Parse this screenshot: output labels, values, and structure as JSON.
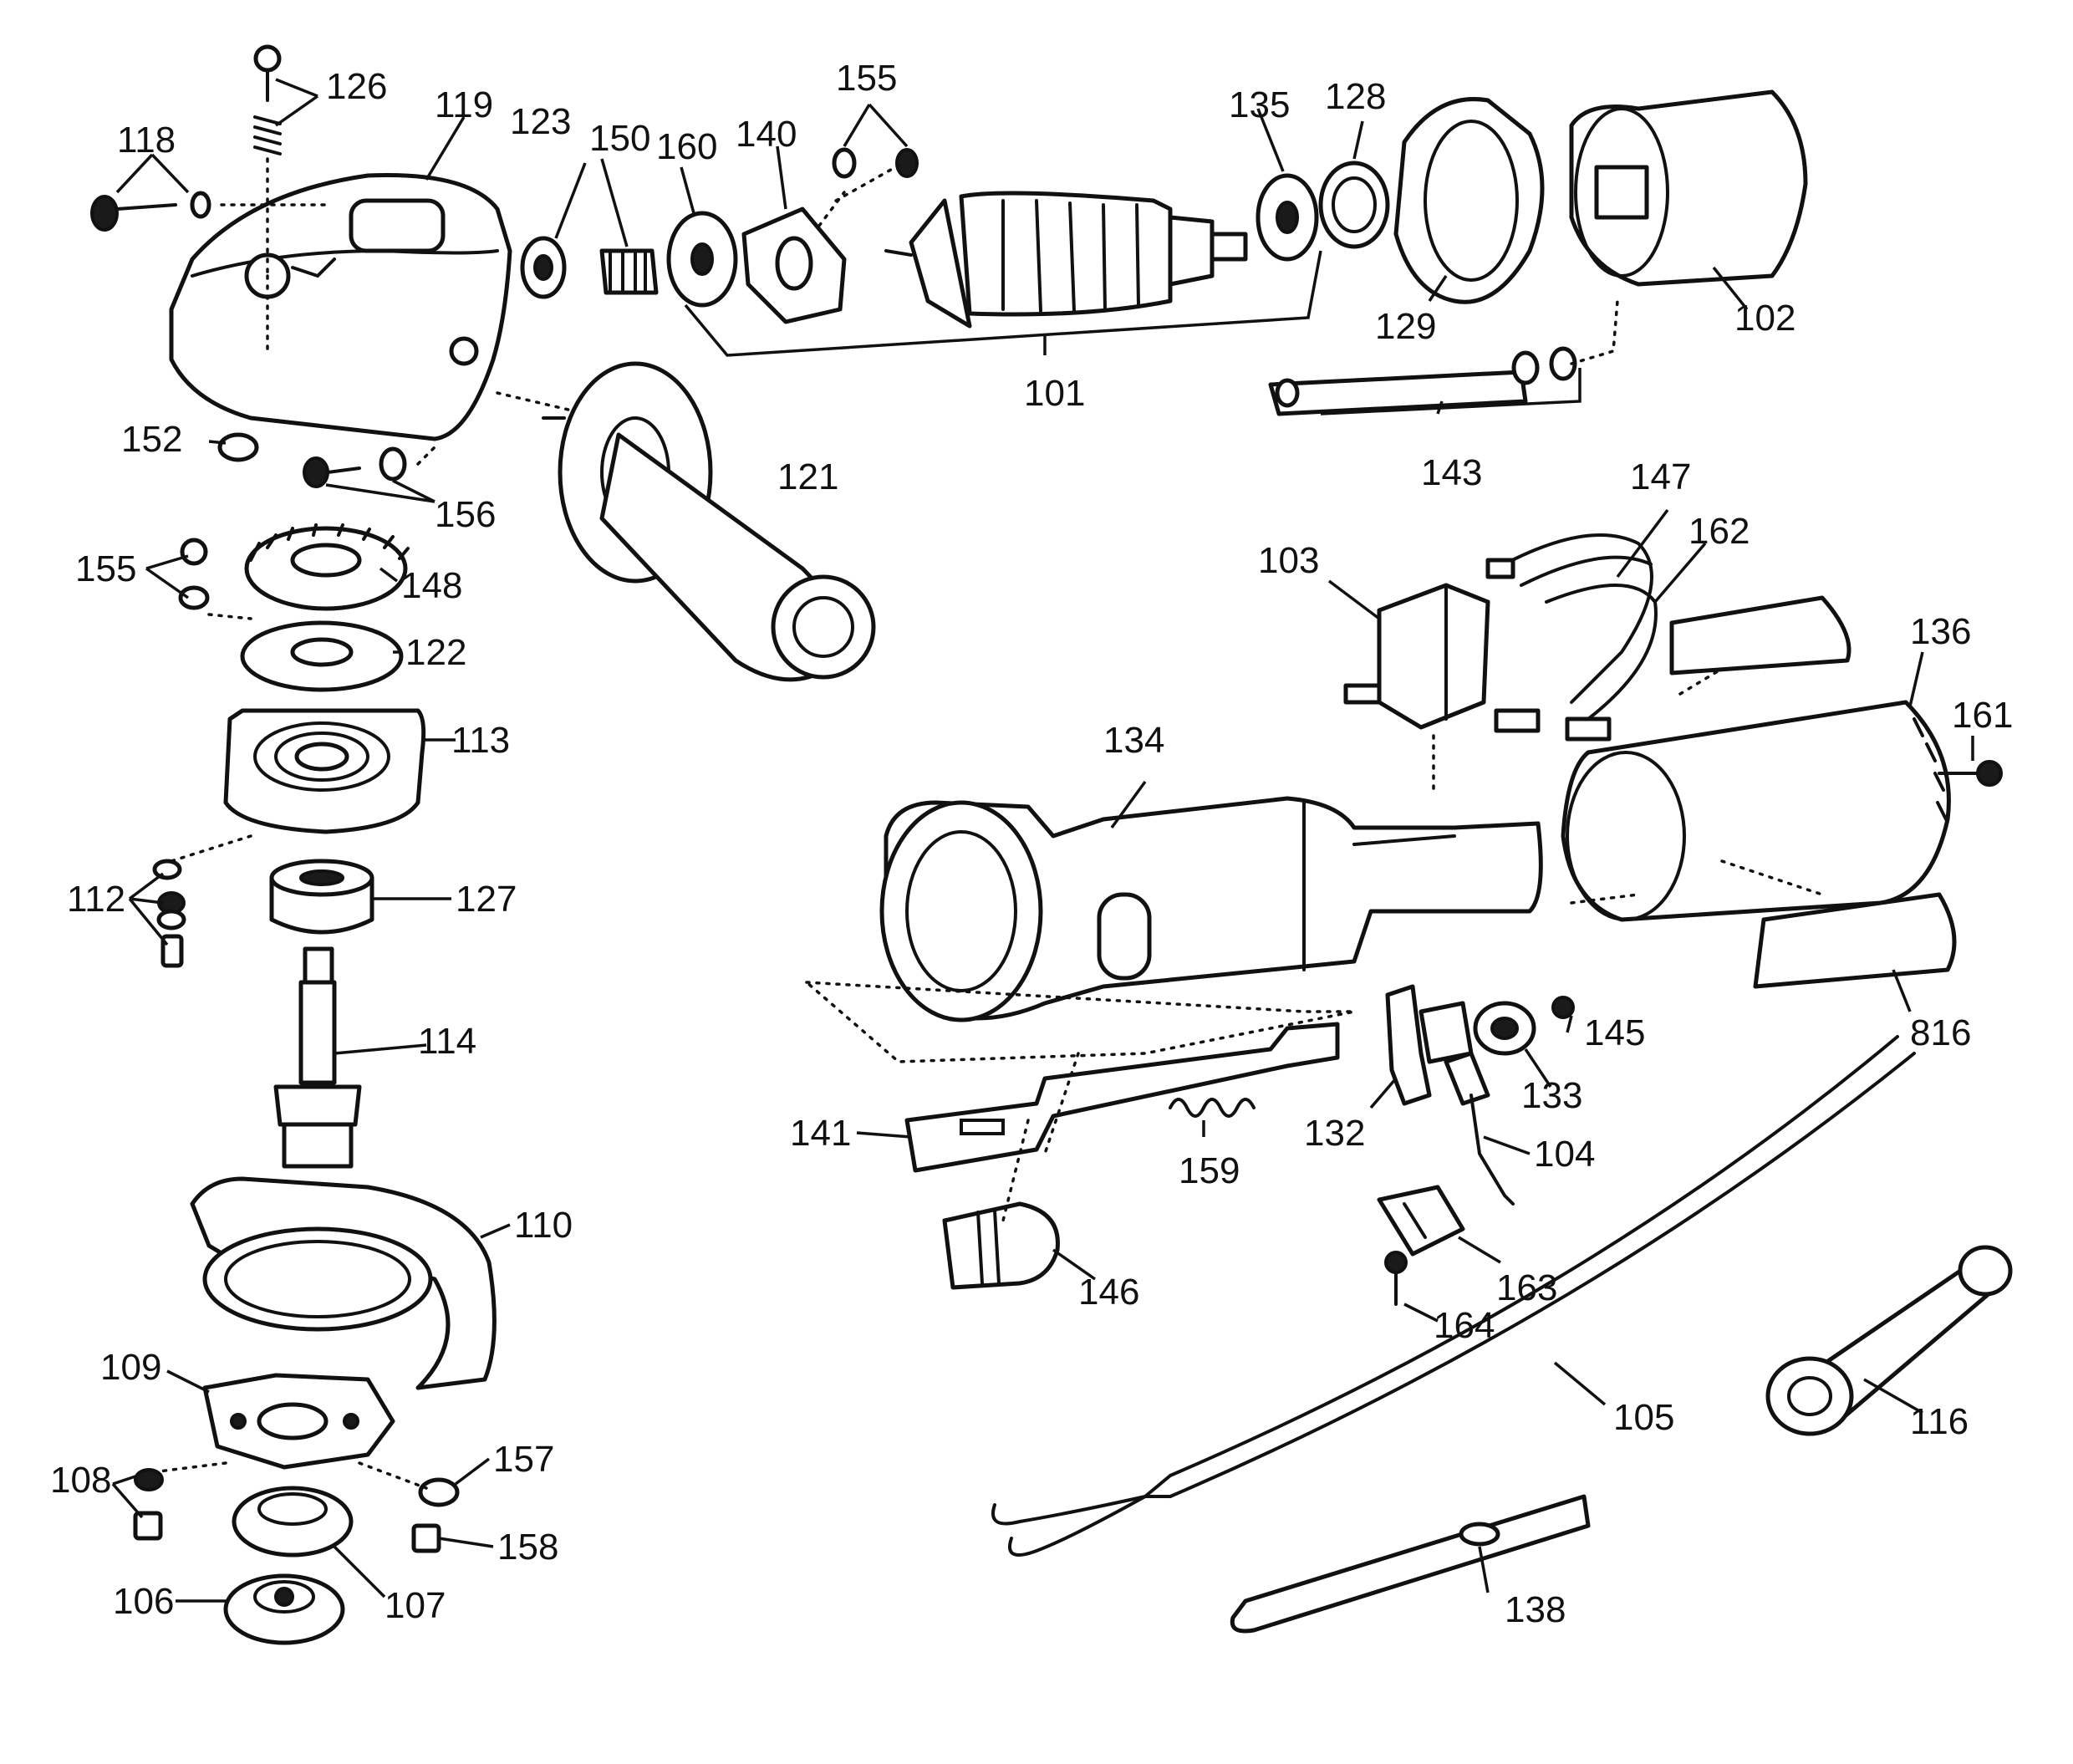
{
  "labels": {
    "l101": "101",
    "l102": "102",
    "l103": "103",
    "l104": "104",
    "l105": "105",
    "l106": "106",
    "l107": "107",
    "l108": "108",
    "l109": "109",
    "l110": "110",
    "l112": "112",
    "l113": "113",
    "l114": "114",
    "l116": "116",
    "l118": "118",
    "l119": "119",
    "l121": "121",
    "l122": "122",
    "l123": "123",
    "l126": "126",
    "l127": "127",
    "l128": "128",
    "l129": "129",
    "l132": "132",
    "l133": "133",
    "l134": "134",
    "l135": "135",
    "l136": "136",
    "l138": "138",
    "l140": "140",
    "l141": "141",
    "l143": "143",
    "l145": "145",
    "l146": "146",
    "l147": "147",
    "l148": "148",
    "l150": "150",
    "l152": "152",
    "l155a": "155",
    "l155b": "155",
    "l156": "156",
    "l157": "157",
    "l158": "158",
    "l159": "159",
    "l160": "160",
    "l161": "161",
    "l162": "162",
    "l163": "163",
    "l164": "164",
    "l816": "816"
  }
}
